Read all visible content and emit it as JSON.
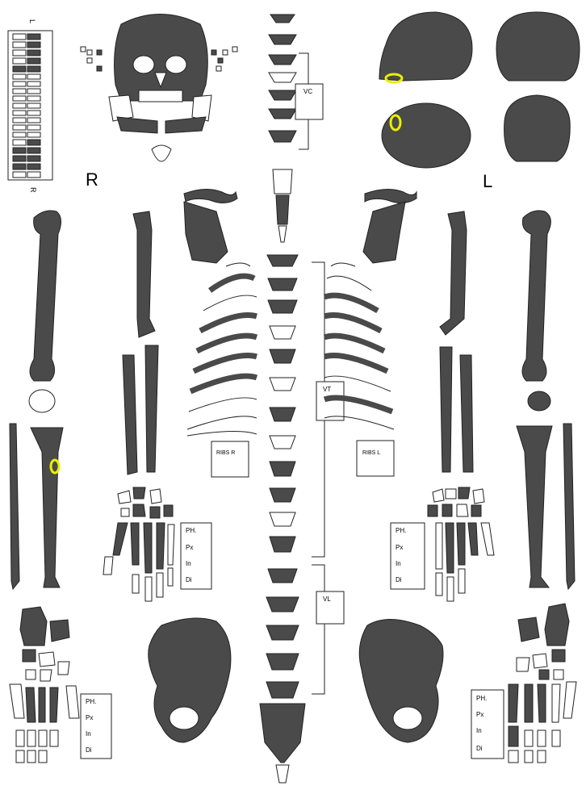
{
  "side_labels": {
    "right": "R",
    "left": "L"
  },
  "teeth_labels": {
    "top": "L",
    "bottom": "R"
  },
  "spine": {
    "cervical": "VC",
    "thoracic": "VT",
    "lumbar": "VL"
  },
  "ribs": {
    "right": "RIBS R",
    "left": "RIBS L"
  },
  "phalanges": {
    "title": "PH.",
    "proximal": "Px",
    "intermediate": "In",
    "distal": "Di"
  },
  "colors": {
    "bone_present": "#4a4a4a",
    "bone_absent": "#ffffff",
    "outline": "#222222",
    "marker": "#e8f000"
  }
}
